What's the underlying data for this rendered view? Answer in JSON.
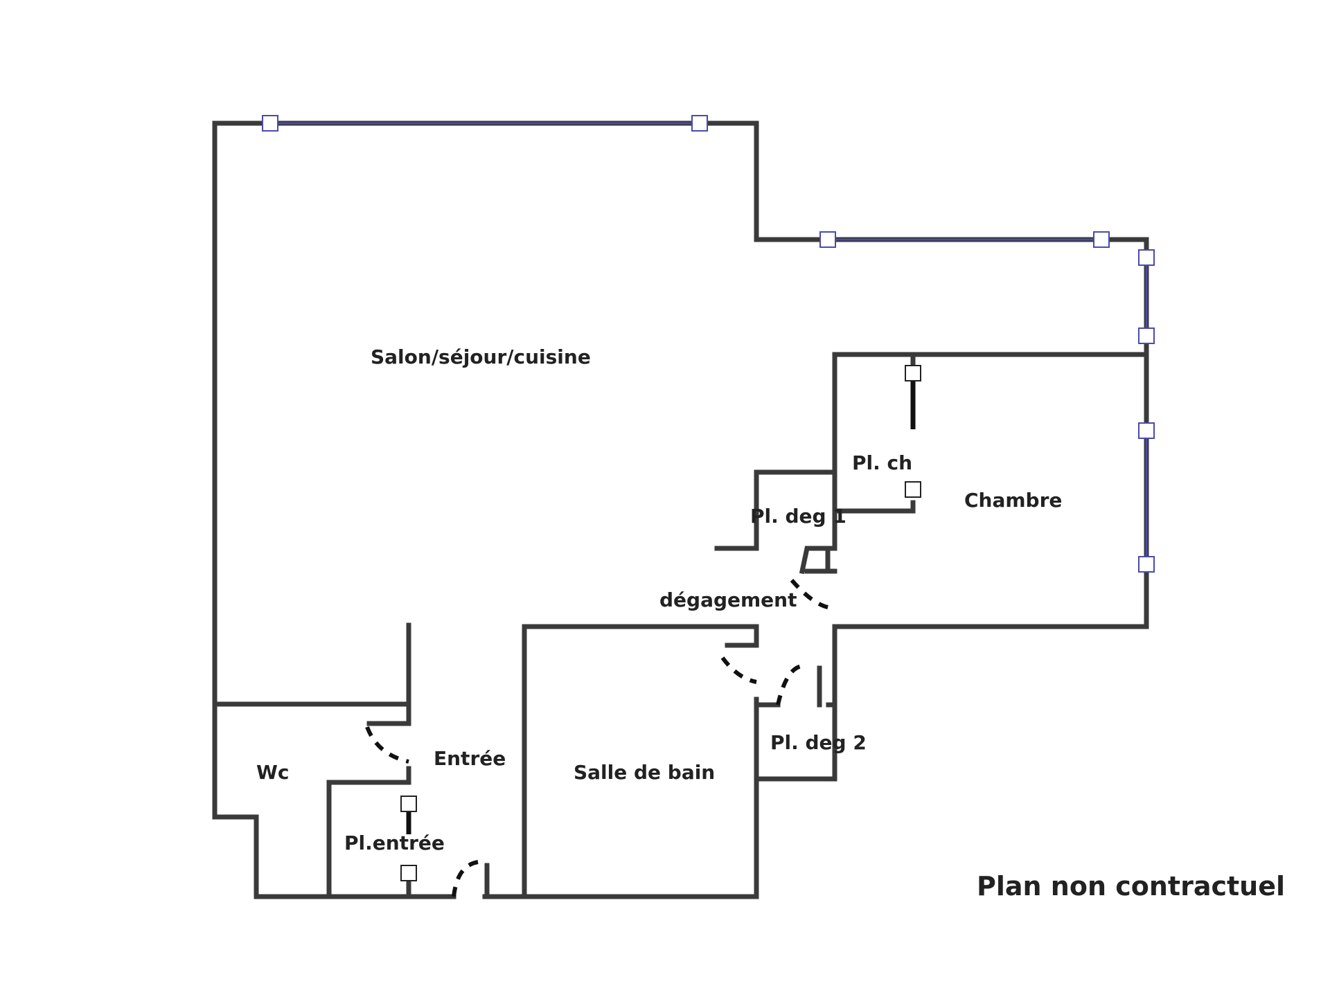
{
  "rooms": {
    "salon": "Salon/séjour/cuisine",
    "chambre": "Chambre",
    "pl_ch": "Pl. ch",
    "pl_deg1": "Pl. deg 1",
    "degagement": "dégagement",
    "pl_deg2": "Pl. deg 2",
    "salle_de_bain": "Salle de bain",
    "entree": "Entrée",
    "wc": "Wc",
    "pl_entree": "Pl.entrée"
  },
  "footer": {
    "note": "Plan non contractuel"
  },
  "colors": {
    "wall": "#3a3a3a",
    "window": "#4a4ab0"
  }
}
